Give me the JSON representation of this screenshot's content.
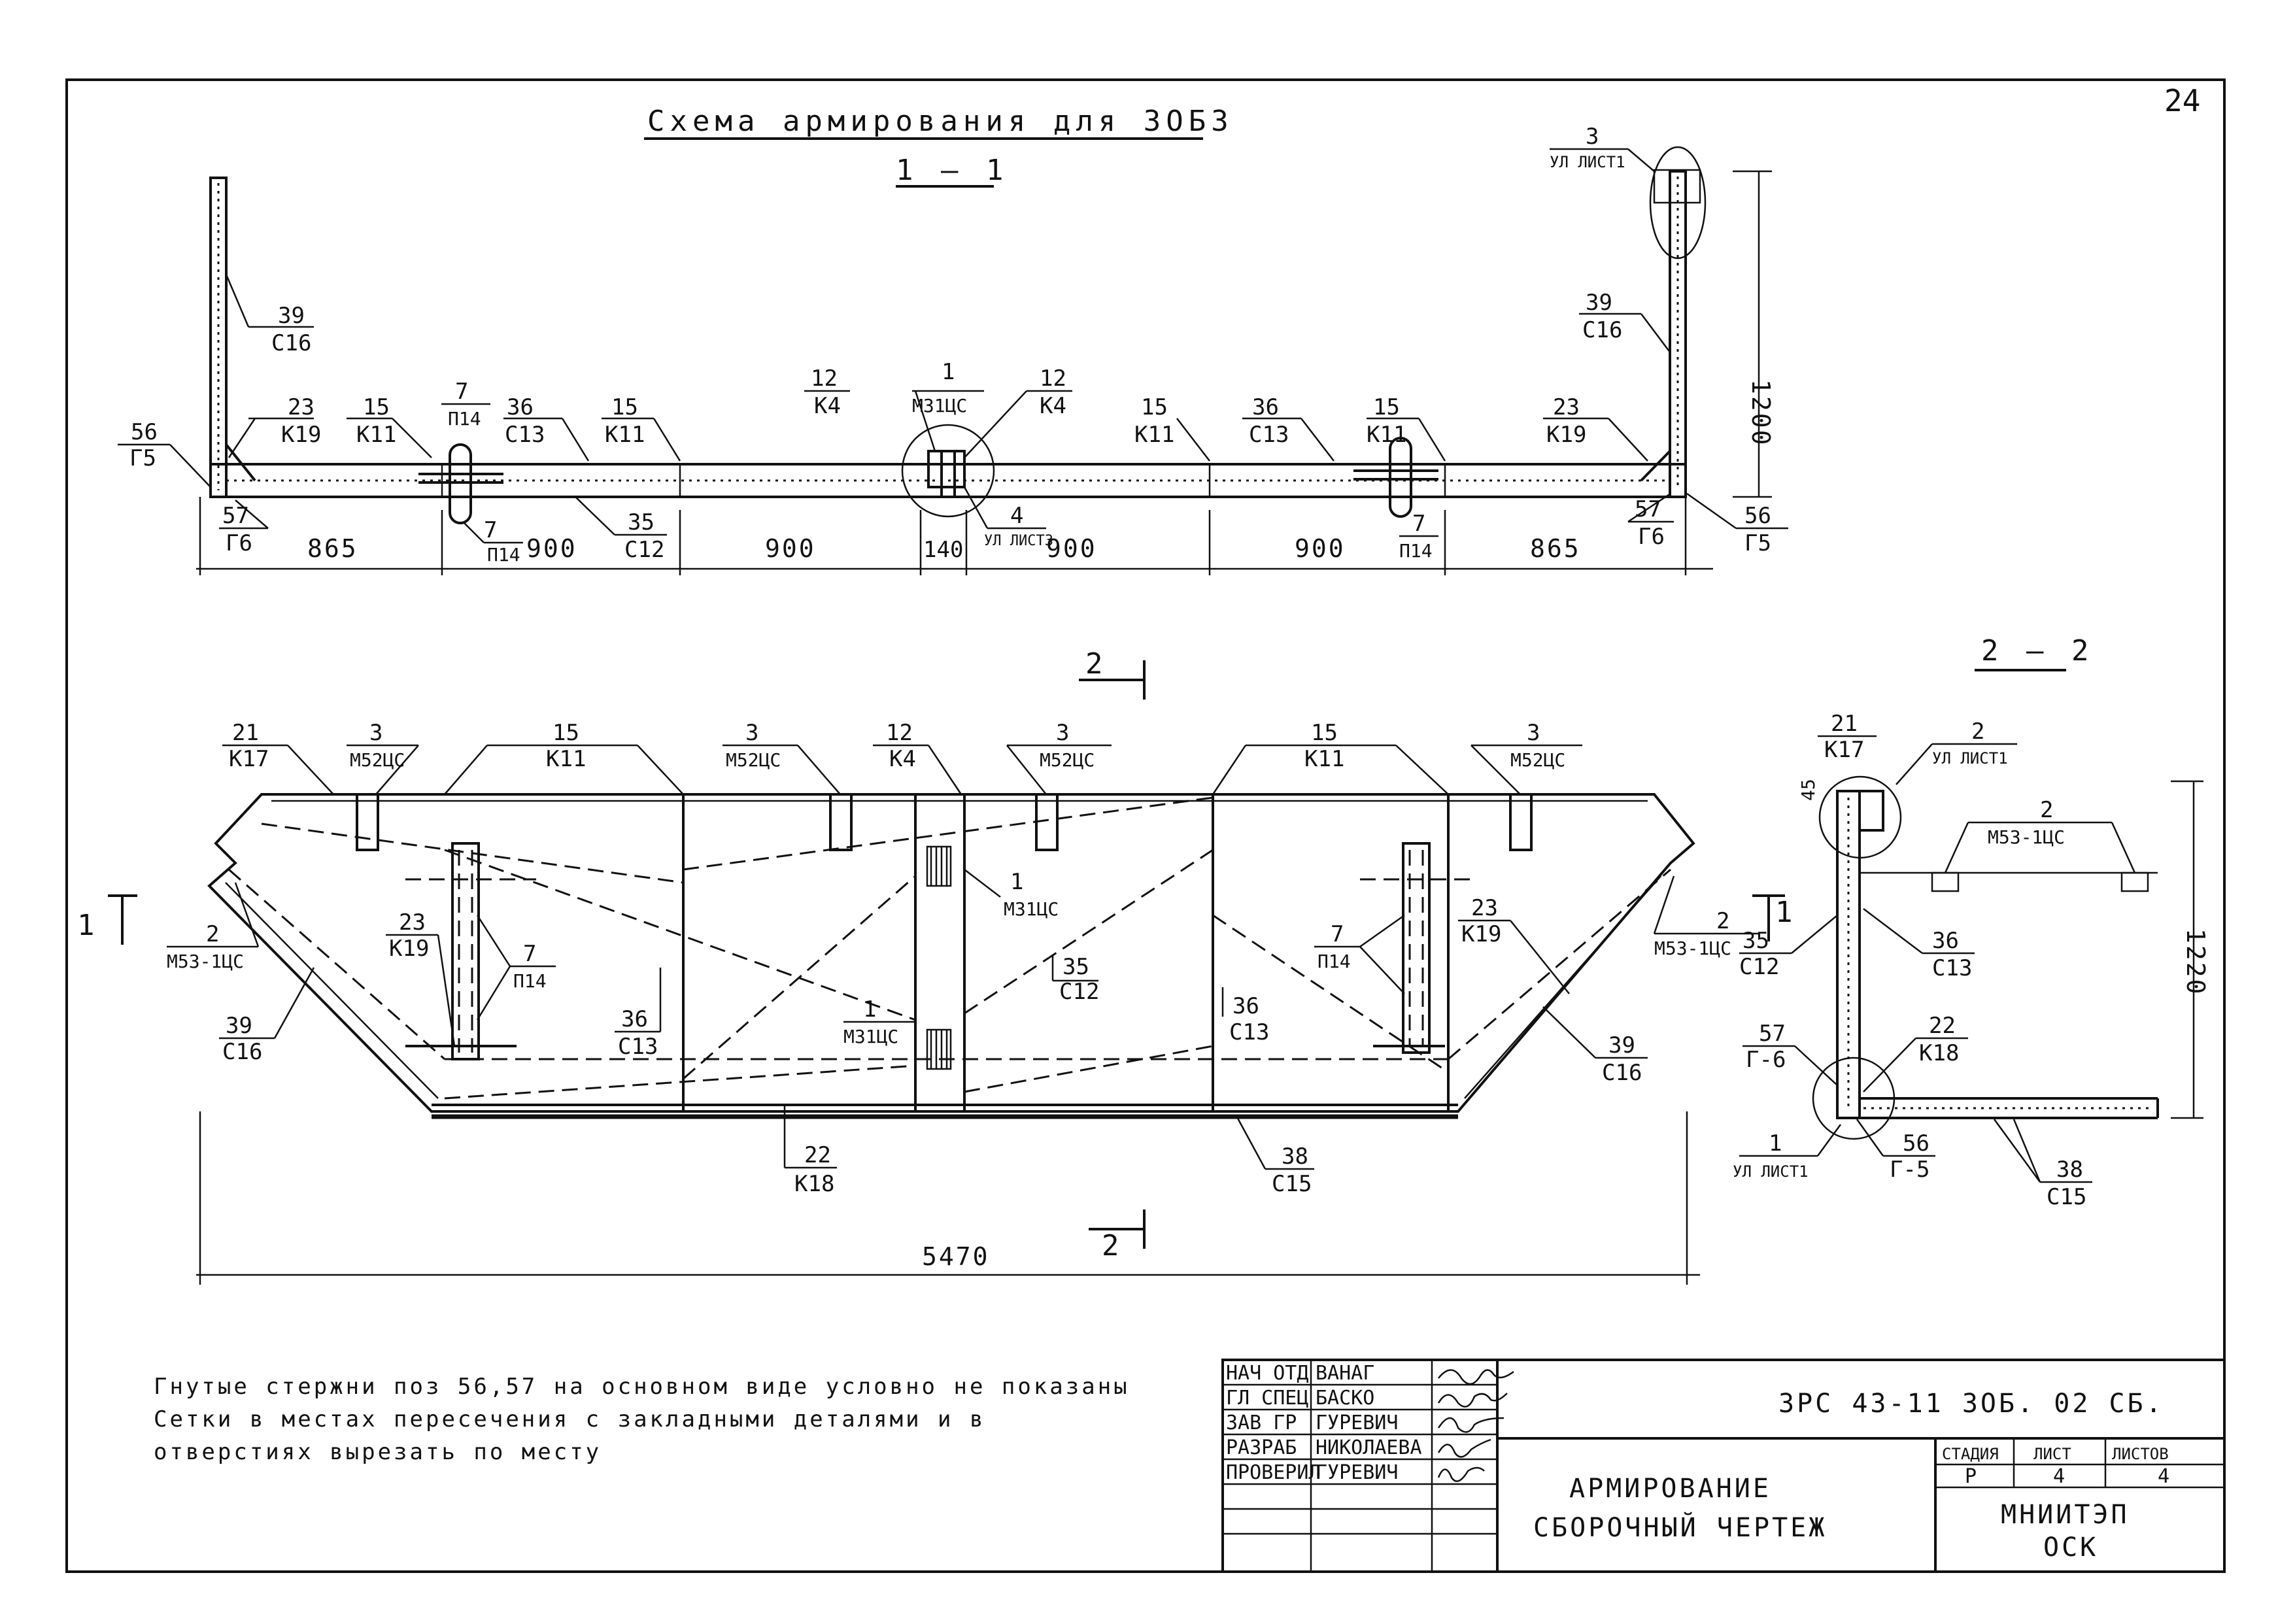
{
  "sheet": {
    "page_number": "24",
    "title": "Схема армирования для 3ОБ3",
    "section_1": "1 – 1",
    "section_2": "2 – 2",
    "cut_marker_1": "1",
    "cut_marker_2": "2"
  },
  "labels": {
    "c16": "С16",
    "k19": "К19",
    "k11": "К11",
    "p14": "П14",
    "c13": "С13",
    "k4": "К4",
    "m31cs": "М31ЦС",
    "g5": "Г5",
    "g6": "Г6",
    "c12": "С12",
    "ul3": "УЛ ЛИСТ3",
    "ul1": "УЛ ЛИСТ1",
    "k17": "К17",
    "m52cs": "М52ЦС",
    "m53": "М53-1ЦС",
    "k18": "К18",
    "c15": "С15",
    "g6d": "Г-6",
    "g5d": "Г-5"
  },
  "nums": {
    "n1": "1",
    "n2": "2",
    "n3": "3",
    "n4": "4",
    "n7": "7",
    "n12": "12",
    "n15": "15",
    "n21": "21",
    "n22": "22",
    "n23": "23",
    "n35": "35",
    "n36": "36",
    "n38": "38",
    "n39": "39",
    "n56": "56",
    "n57": "57",
    "n45": "45"
  },
  "dimensions": {
    "d865": "865",
    "d900": "900",
    "d140": "140",
    "d1200": "1200",
    "d1220": "1220",
    "d5470": "5470"
  },
  "notes": [
    "Гнутые стержни поз 56,57 на основном виде условно не показаны",
    "Сетки в местах пересечения с закладными деталями и в",
    "отверстиях вырезать по месту"
  ],
  "title_block": {
    "roles": [
      "НАЧ ОТД",
      "ГЛ СПЕЦ",
      "ЗАВ ГР",
      "РАЗРАБ",
      "ПРОВЕРИЛ"
    ],
    "names": [
      "ВАНАГ",
      "БАСКО",
      "ГУРЕВИЧ",
      "НИКОЛАЕВА",
      "ГУРЕВИЧ"
    ],
    "doc_code": "3РС 43-11  3ОБ. 02 СБ.",
    "doc_title_1": "АРМИРОВАНИЕ",
    "doc_title_2": "СБОРОЧНЫЙ ЧЕРТЕЖ",
    "stage_header": "СТАДИЯ",
    "sheet_header": "ЛИСТ",
    "sheets_header": "ЛИСТОВ",
    "stage": "Р",
    "sheet": "4",
    "sheets": "4",
    "org_1": "МНИИТЭП",
    "org_2": "ОСК"
  }
}
